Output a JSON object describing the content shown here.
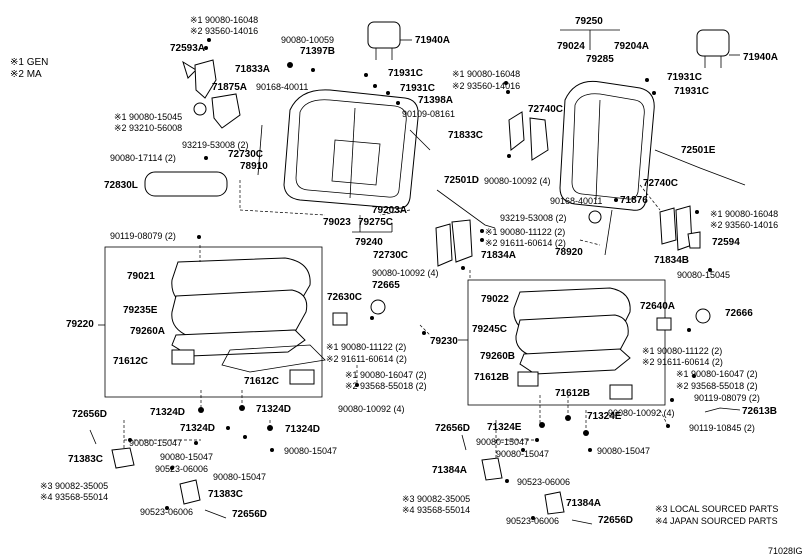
{
  "diagram_id": "71028IG",
  "legend": {
    "gen": "※1  GEN",
    "ma": "※2  MA",
    "local": "※3 LOCAL SOURCED PARTS",
    "japan": "※4 JAPAN SOURCED PARTS"
  },
  "labels": [
    {
      "text": "※1 90080-16048",
      "bold": false
    },
    {
      "text": "※2 93560-14016",
      "bold": false
    },
    {
      "text": "90080-10059",
      "bold": false
    },
    {
      "text": "71940A",
      "bold": true
    },
    {
      "text": "72593A",
      "bold": true
    },
    {
      "text": "71397B",
      "bold": true
    },
    {
      "text": "71833A",
      "bold": true
    },
    {
      "text": "71931C",
      "bold": true
    },
    {
      "text": "90168-40011",
      "bold": false
    },
    {
      "text": "71875A",
      "bold": true
    },
    {
      "text": "71931C",
      "bold": true
    },
    {
      "text": "71398A",
      "bold": true
    },
    {
      "text": "※1 90080-15045",
      "bold": false
    },
    {
      "text": "※2 93210-56008",
      "bold": false
    },
    {
      "text": "90109-08161",
      "bold": false
    },
    {
      "text": "93219-53008 (2)",
      "bold": false
    },
    {
      "text": "90080-17114 (2)",
      "bold": false
    },
    {
      "text": "72730C",
      "bold": true
    },
    {
      "text": "78910",
      "bold": true
    },
    {
      "text": "72830L",
      "bold": true
    },
    {
      "text": "79203A",
      "bold": true
    },
    {
      "text": "79023",
      "bold": true
    },
    {
      "text": "79275C",
      "bold": true
    },
    {
      "text": "79240",
      "bold": true
    },
    {
      "text": "79250",
      "bold": true
    },
    {
      "text": "79024",
      "bold": true
    },
    {
      "text": "79204A",
      "bold": true
    },
    {
      "text": "71940A",
      "bold": true
    },
    {
      "text": "79285",
      "bold": true
    },
    {
      "text": "※1 90080-16048",
      "bold": false
    },
    {
      "text": "※2 93560-14016",
      "bold": false
    },
    {
      "text": "71931C",
      "bold": true
    },
    {
      "text": "71931C",
      "bold": true
    },
    {
      "text": "72740C",
      "bold": true
    },
    {
      "text": "71833C",
      "bold": true
    },
    {
      "text": "72501E",
      "bold": true
    },
    {
      "text": "72501D",
      "bold": true
    },
    {
      "text": "90080-10092 (4)",
      "bold": false
    },
    {
      "text": "72740C",
      "bold": true
    },
    {
      "text": "90168-40011",
      "bold": false
    },
    {
      "text": "71876",
      "bold": true
    },
    {
      "text": "※1 90080-16048",
      "bold": false
    },
    {
      "text": "※2 93560-14016",
      "bold": false
    },
    {
      "text": "93219-53008 (2)",
      "bold": false
    },
    {
      "text": "※1 90080-11122 (2)",
      "bold": false
    },
    {
      "text": "※2 91611-60614 (2)",
      "bold": false
    },
    {
      "text": "72594",
      "bold": true
    },
    {
      "text": "78920",
      "bold": true
    },
    {
      "text": "90119-08079 (2)",
      "bold": false
    },
    {
      "text": "72730C",
      "bold": true
    },
    {
      "text": "71834A",
      "bold": true
    },
    {
      "text": "71834B",
      "bold": true
    },
    {
      "text": "90080-10092 (4)",
      "bold": false
    },
    {
      "text": "90080-15045",
      "bold": false
    },
    {
      "text": "79021",
      "bold": true
    },
    {
      "text": "72665",
      "bold": true
    },
    {
      "text": "72630C",
      "bold": true
    },
    {
      "text": "79022",
      "bold": true
    },
    {
      "text": "72640A",
      "bold": true
    },
    {
      "text": "72666",
      "bold": true
    },
    {
      "text": "79235E",
      "bold": true
    },
    {
      "text": "79220",
      "bold": true
    },
    {
      "text": "79260A",
      "bold": true
    },
    {
      "text": "※1 90080-11122 (2)",
      "bold": false
    },
    {
      "text": "※2 91611-60614 (2)",
      "bold": false
    },
    {
      "text": "79245C",
      "bold": true
    },
    {
      "text": "79230",
      "bold": true
    },
    {
      "text": "※1 90080-11122 (2)",
      "bold": false
    },
    {
      "text": "※2 91611-60614 (2)",
      "bold": false
    },
    {
      "text": "71612C",
      "bold": true
    },
    {
      "text": "※1 90080-16047 (2)",
      "bold": false
    },
    {
      "text": "※2 93568-55018 (2)",
      "bold": false
    },
    {
      "text": "79260B",
      "bold": true
    },
    {
      "text": "71612C",
      "bold": true
    },
    {
      "text": "71612B",
      "bold": true
    },
    {
      "text": "※1 90080-16047 (2)",
      "bold": false
    },
    {
      "text": "※2 93568-55018 (2)",
      "bold": false
    },
    {
      "text": "71612B",
      "bold": true
    },
    {
      "text": "90119-08079 (2)",
      "bold": false
    },
    {
      "text": "90080-10092 (4)",
      "bold": false
    },
    {
      "text": "90080-10092 (4)",
      "bold": false
    },
    {
      "text": "72613B",
      "bold": true
    },
    {
      "text": "72656D",
      "bold": true
    },
    {
      "text": "71324D",
      "bold": true
    },
    {
      "text": "71324D",
      "bold": true
    },
    {
      "text": "71324E",
      "bold": true
    },
    {
      "text": "71324E",
      "bold": true
    },
    {
      "text": "90119-10845 (2)",
      "bold": false
    },
    {
      "text": "71324D",
      "bold": true
    },
    {
      "text": "71324D",
      "bold": true
    },
    {
      "text": "72656D",
      "bold": true
    },
    {
      "text": "90080-15047",
      "bold": false
    },
    {
      "text": "90080-15047",
      "bold": false
    },
    {
      "text": "71383C",
      "bold": true
    },
    {
      "text": "90080-15047",
      "bold": false
    },
    {
      "text": "90080-15047",
      "bold": false
    },
    {
      "text": "90080-15047",
      "bold": false
    },
    {
      "text": "90523-06006",
      "bold": false
    },
    {
      "text": "90080-15047",
      "bold": false
    },
    {
      "text": "90080-15047",
      "bold": false
    },
    {
      "text": "71384A",
      "bold": true
    },
    {
      "text": "90523-06006",
      "bold": false
    },
    {
      "text": "※3 90082-35005",
      "bold": false
    },
    {
      "text": "※4 93568-55014",
      "bold": false
    },
    {
      "text": "71383C",
      "bold": true
    },
    {
      "text": "※3 90082-35005",
      "bold": false
    },
    {
      "text": "※4 93568-55014",
      "bold": false
    },
    {
      "text": "71384A",
      "bold": true
    },
    {
      "text": "90523-06006",
      "bold": false
    },
    {
      "text": "72656D",
      "bold": true
    },
    {
      "text": "90523-06006",
      "bold": false
    },
    {
      "text": "72656D",
      "bold": true
    }
  ]
}
